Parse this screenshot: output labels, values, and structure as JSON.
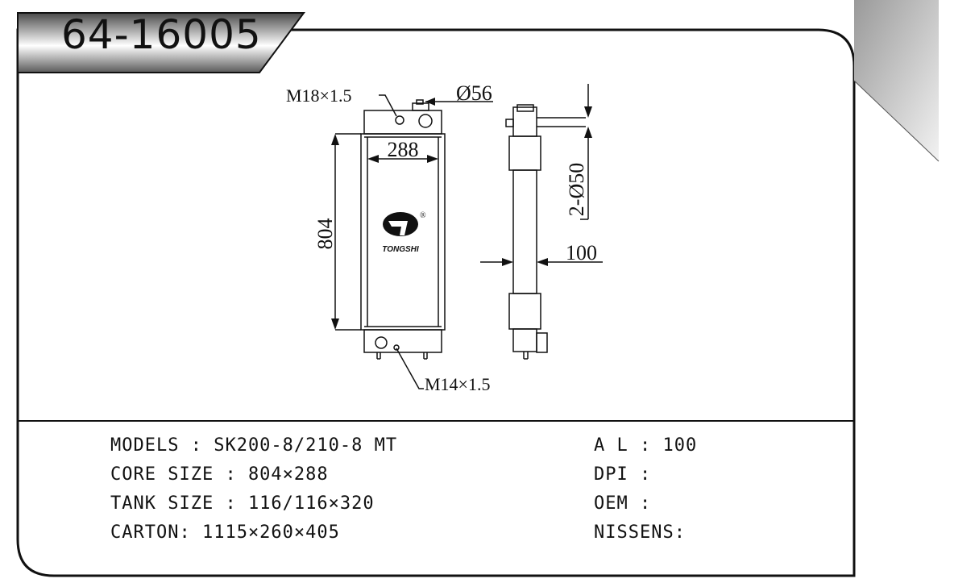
{
  "part_number": "64-16005",
  "brand": {
    "name": "TONGSHI",
    "registered_mark": "®",
    "logo_icon": "tongshi-logo-icon"
  },
  "drawing": {
    "front_view": {
      "top_thread": "M18×1.5",
      "top_pipe_diameter": "Ø56",
      "core_width": "288",
      "core_height": "804",
      "bottom_thread": "M14×1.5"
    },
    "side_view": {
      "pipe_spec": "2-Ø50",
      "depth": "100"
    }
  },
  "specs": {
    "models": "MODELS : SK200-8/210-8 MT",
    "core_size": "CORE SIZE : 804×288",
    "tank_size": "TANK SIZE : 116/116×320",
    "carton": "CARTON: 1115×260×405",
    "al": "A L : 100",
    "dpi": "DPI :",
    "oem": "OEM :",
    "nissens": "NISSENS:"
  }
}
